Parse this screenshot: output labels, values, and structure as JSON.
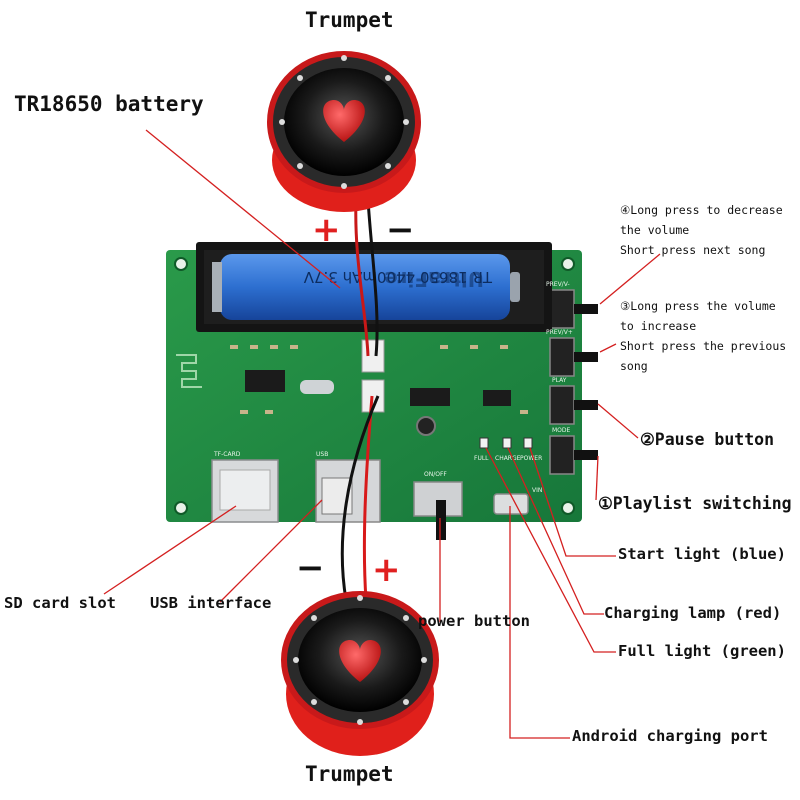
{
  "title_top": "Trumpet",
  "title_bottom": "Trumpet",
  "battery_label": "TR18650 battery",
  "polarity": {
    "plus": "+",
    "minus": "−"
  },
  "labels": {
    "prev_line1": "④Long press to decrease",
    "prev_line2": "the volume",
    "prev_line3": "Short press next song",
    "next_line1": "③Long press the volume",
    "next_line2": "to increase",
    "next_line3": "Short press the previous",
    "next_line4": "song",
    "pause": "②Pause button",
    "playlist": "①Playlist switching",
    "start_light": "Start light (blue)",
    "charging_lamp": "Charging lamp (red)",
    "full_light": "Full light (green)",
    "android_port": "Android charging port",
    "sd_slot": "SD card slot",
    "usb": "USB interface",
    "power": "power button"
  },
  "board": {
    "prev_btn": "PREV/V-",
    "next_btn": "PREV/V+",
    "play_btn": "PLAY",
    "mode_btn": "MODE",
    "tf_card": "TF-CARD",
    "usb": "USB",
    "on_off": "ON/OFF",
    "vin": "VIN",
    "full": "FULL",
    "charge": "CHARGE",
    "power": "POWER",
    "battery_print": "TR 18650 4400mAh 3.7V",
    "battery_brand": "UltraFire"
  },
  "colors": {
    "pcb": "#1f8a3e",
    "speaker_shell": "#e0201b",
    "battery": "#2d6fd0",
    "plus": "#e02020",
    "minus": "#111111"
  }
}
